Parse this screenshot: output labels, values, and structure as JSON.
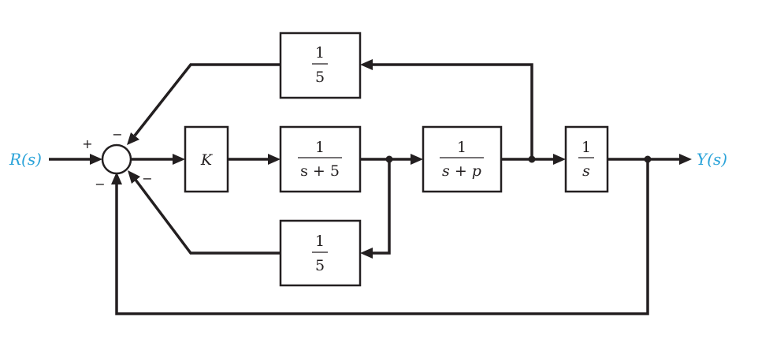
{
  "input_label": "R(s)",
  "output_label": "Y(s)",
  "summing_junction": {
    "signs": {
      "input": "+",
      "top": "−",
      "right": "−",
      "bottom": "−"
    }
  },
  "blocks": {
    "gain": {
      "label": "K"
    },
    "g1": {
      "numerator": "1",
      "denominator": "s + 5"
    },
    "g2": {
      "numerator": "1",
      "denominator": "s + p"
    },
    "integrator": {
      "numerator": "1",
      "denominator": "s"
    },
    "feedback_top": {
      "numerator": "1",
      "denominator": "5"
    },
    "feedback_bottom": {
      "numerator": "1",
      "denominator": "5"
    }
  }
}
